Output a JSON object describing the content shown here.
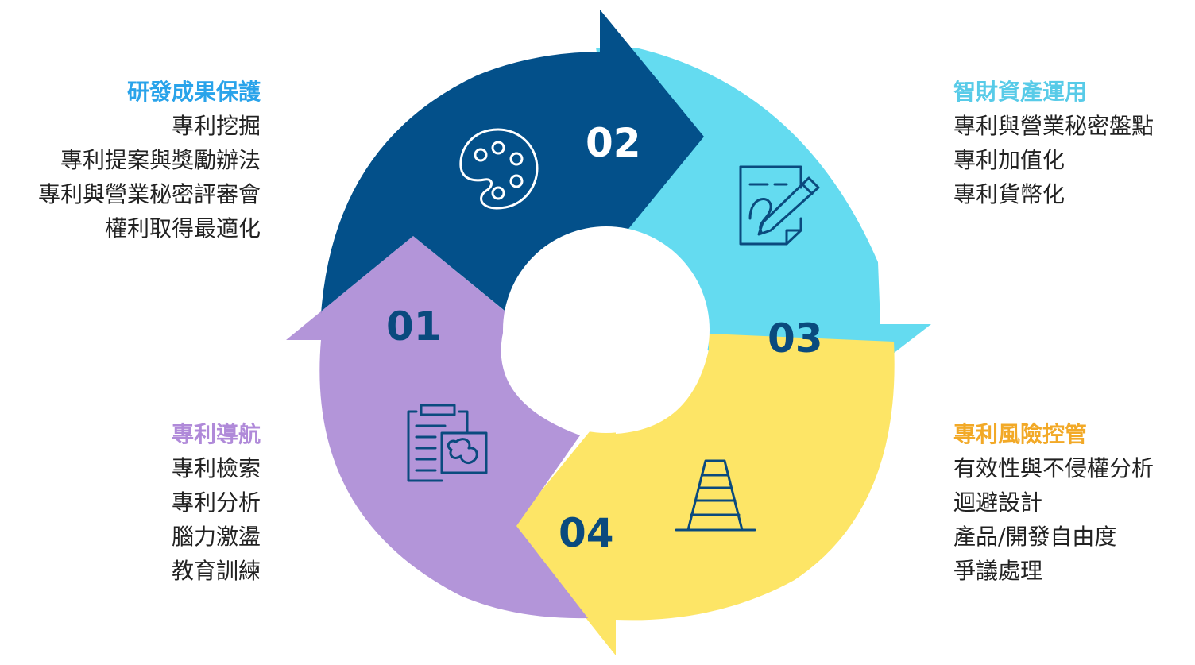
{
  "colors": {
    "dark_blue": "#03508a",
    "cyan": "#64dbf0",
    "yellow": "#fde566",
    "purple": "#b395d9",
    "title_blue": "#29a3ea",
    "title_light_blue": "#58cbe8",
    "title_purple": "#b08ad9",
    "title_orange": "#f2a927",
    "number_dark": "#0a4a7e"
  },
  "steps": [
    {
      "number": "01",
      "icon": "clipboard-puzzle-icon",
      "color": "purple"
    },
    {
      "number": "02",
      "icon": "palette-icon",
      "color": "dark_blue"
    },
    {
      "number": "03",
      "icon": "document-pen-icon",
      "color": "cyan"
    },
    {
      "number": "04",
      "icon": "traffic-cone-icon",
      "color": "yellow"
    }
  ],
  "blocks": {
    "rd_protection": {
      "title": "研發成果保護",
      "items": [
        "專利挖掘",
        "專利提案與獎勵辦法",
        "專利與營業秘密評審會",
        "權利取得最適化"
      ]
    },
    "ip_assets": {
      "title": "智財資產運用",
      "items": [
        "專利與營業秘密盤點",
        "專利加值化",
        "專利貨幣化"
      ]
    },
    "patent_navigation": {
      "title": "專利導航",
      "items": [
        "專利檢索",
        "專利分析",
        "腦力激盪",
        "教育訓練"
      ]
    },
    "patent_risk": {
      "title": "專利風險控管",
      "items": [
        "有效性與不侵權分析",
        "迴避設計",
        "產品/開發自由度",
        "爭議處理"
      ]
    }
  }
}
